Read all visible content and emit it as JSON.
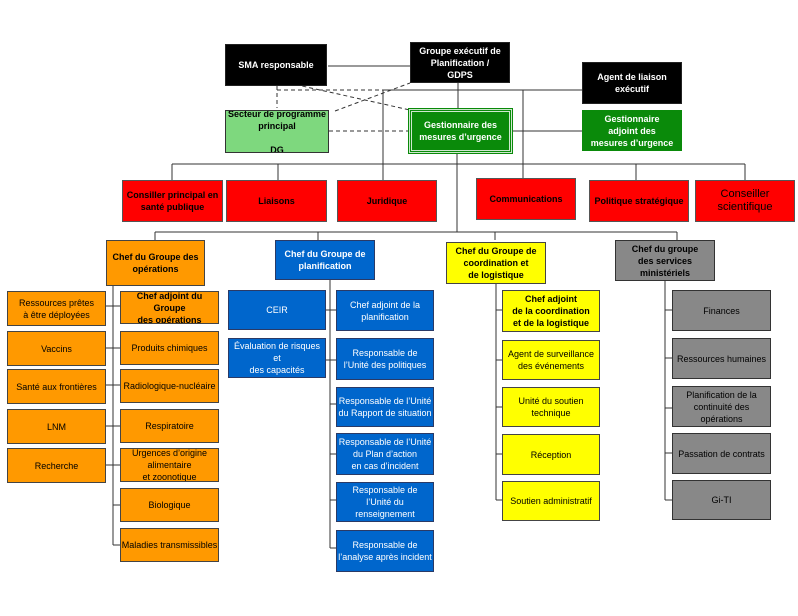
{
  "top": {
    "sma": "SMA responsable",
    "executive_group": "Groupe exécutif de\nPlanification /\nGDPS",
    "liaison_agent": "Agent de liaison\nexécutif",
    "program_sector": "Secteur de programme\nprincipal\n\nDG",
    "emergency_manager": "Gestionnaire des\nmesures d’urgence",
    "deputy_manager": "Gestionnaire\nadjoint des\nmesures d’urgence"
  },
  "advisors": [
    "Consiller principal en\nsanté publique",
    "Liaisons",
    "Juridique",
    "Communications",
    "Politique stratégique",
    "Conseiller\nscientifique"
  ],
  "groups": {
    "operations": {
      "head": "Chef du Groupe des\nopérations",
      "left": [
        "Ressources prêtes\nà être déployées",
        "Vaccins",
        "Santé aux frontières",
        "LNM",
        "Recherche"
      ],
      "right": [
        "Chef adjoint du Groupe\ndes opérations",
        "Produits chimiques",
        "Radiologique-nucléaire",
        "Respiratoire",
        "Urgences d’origine\nalimentaire\net zoonotique",
        "Biologique",
        "Maladies transmissibles"
      ]
    },
    "planning": {
      "head": "Chef du Groupe de\nplanification",
      "left": [
        "CEIR",
        "Évaluation de risques et\ndes capacités"
      ],
      "right": [
        "Chef adjoint de la\nplanification",
        "Responsable de\nl’Unité des politiques",
        "Responsable de l’Unité\ndu Rapport de situation",
        "Responsable de l’Unité\ndu Plan d’action\nen cas d’incident",
        "Responsable  de\nl’Unité du renseignement",
        "Responsable de\nl’analyse après incident"
      ]
    },
    "coordination": {
      "head": "Chef du Groupe de\ncoordination et\nde logistique",
      "items": [
        "Chef adjoint\nde la coordination\net de la logistique",
        "Agent de surveillance\ndes événements",
        "Unité du soutien\ntechnique",
        "Réception",
        "Soutien administratif"
      ]
    },
    "corporate": {
      "head": "Chef du groupe\ndes services\nministériels",
      "items": [
        "Finances",
        "Ressources humaines",
        "Planification de la\ncontinuité des\nopérations",
        "Passation de contrats",
        "Gi-TI"
      ]
    }
  }
}
